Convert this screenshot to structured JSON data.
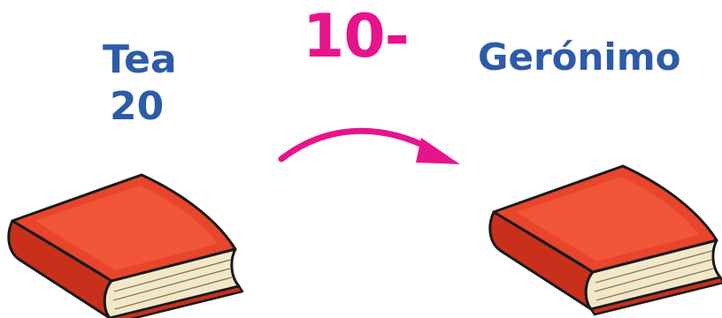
{
  "left": {
    "name": "Tea",
    "number": "20"
  },
  "center": {
    "amount": "10-"
  },
  "right": {
    "name": "Gerónimo"
  },
  "colors": {
    "name_text": "#2d5ba9",
    "amount_text": "#e6148c",
    "arrow": "#e6148c",
    "book_cover": "#e8452c",
    "book_cover_light": "#f25a3c",
    "book_spine": "#c9301c",
    "book_pages": "#f2e8c8",
    "outline": "#1a1a1a"
  },
  "icons": [
    "book-icon",
    "arrow-icon"
  ]
}
